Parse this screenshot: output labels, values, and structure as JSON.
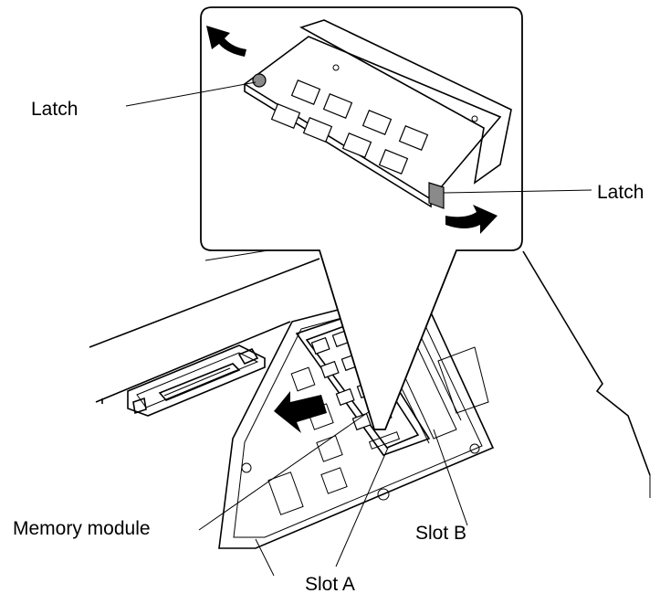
{
  "callouts": {
    "latch_left": "Latch",
    "latch_right": "Latch",
    "memory_module": "Memory module",
    "slot_a": "Slot A",
    "slot_b": "Slot B"
  },
  "icons": {
    "arrow_left_up": "curved-arrow-icon",
    "arrow_right_down": "curved-arrow-icon",
    "arrow_remove": "removal-arrow-icon"
  }
}
